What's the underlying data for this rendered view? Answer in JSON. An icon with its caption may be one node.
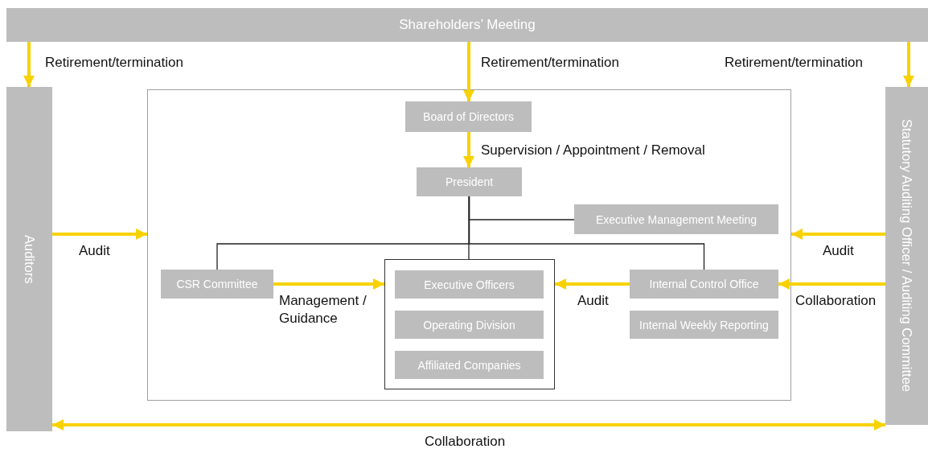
{
  "diagram": {
    "nodes": [
      {
        "text": [
          "Shareholders’ Meeting"
        ]
      },
      {
        "text": [
          "Auditors"
        ]
      },
      {
        "text": [
          "Statutory Auditing Officer / Auditing Committee"
        ]
      },
      {
        "text": [],
        "shape": "box"
      },
      {
        "text": [
          "Board of Directors"
        ],
        "in": 3
      },
      {
        "text": [
          "President"
        ],
        "in": 3
      },
      {
        "text": [
          "Executive Management Meeting"
        ],
        "in": 3
      },
      {
        "text": [
          "CSR Committee"
        ],
        "in": 3
      },
      {
        "text": [],
        "shape": "box",
        "in": 3
      },
      {
        "text": [
          "Executive Officers"
        ],
        "in": 8
      },
      {
        "text": [
          "Operating Division"
        ],
        "in": 8
      },
      {
        "text": [
          "Affiliated Companies"
        ],
        "in": 8
      },
      {
        "text": [
          "Internal Control Office"
        ],
        "in": 3
      },
      {
        "text": [
          "Internal Weekly Reporting"
        ],
        "in": 3
      }
    ],
    "edges": [
      {
        "from": 0,
        "to": 1,
        "arrow": "to",
        "label": "Retirement/termination"
      },
      {
        "from": 0,
        "to": 4,
        "arrow": "to",
        "label": "Retirement/termination"
      },
      {
        "from": 0,
        "to": 2,
        "arrow": "to",
        "label": "Retirement/termination"
      },
      {
        "from": 4,
        "to": 5,
        "arrow": "to",
        "label": "Supervision / Appointment / Removal"
      },
      {
        "from": 1,
        "to": 3,
        "arrow": "to",
        "label": "Audit"
      },
      {
        "from": 2,
        "to": 3,
        "arrow": "to",
        "label": "Audit"
      },
      {
        "from": 2,
        "to": 12,
        "arrow": "to",
        "label": "Collaboration"
      },
      {
        "from": 7,
        "to": 8,
        "arrow": "to",
        "label": "Management / Guidance"
      },
      {
        "from": 12,
        "to": 8,
        "arrow": "to",
        "label": "Audit"
      },
      {
        "from": 1,
        "to": 2,
        "arrow": "both",
        "label": "Collaboration"
      },
      {
        "from": 5,
        "to": 6,
        "arrow": "none",
        "color": "#222222"
      },
      {
        "from": 5,
        "to": 7,
        "arrow": "none",
        "color": "#222222"
      },
      {
        "from": 5,
        "to": 8,
        "arrow": "none",
        "color": "#222222"
      },
      {
        "from": 5,
        "to": 12,
        "arrow": "none",
        "color": "#222222"
      }
    ]
  }
}
